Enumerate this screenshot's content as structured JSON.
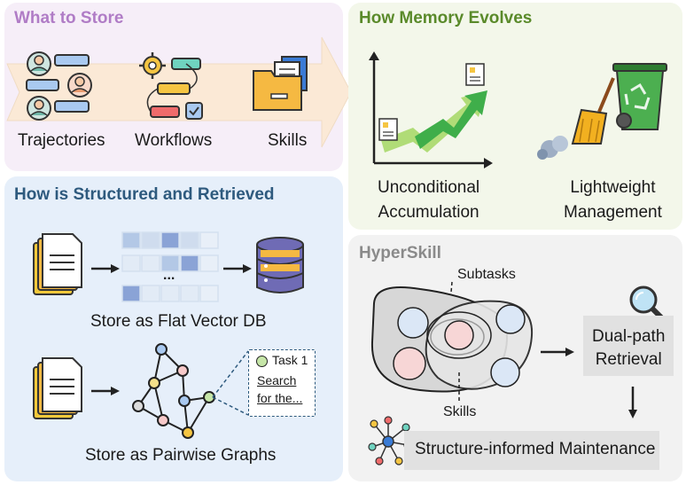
{
  "panels": {
    "what": {
      "title": "What to Store",
      "items": [
        "Trajectories",
        "Workflows",
        "Skills"
      ],
      "title_color": "#b07cc6",
      "bg": "#f6eef8"
    },
    "evolves": {
      "title": "How Memory Evolves",
      "items": [
        "Unconditional\nAccumulation",
        "Lightweight\nManagement"
      ],
      "item1_line1": "Unconditional",
      "item1_line2": "Accumulation",
      "item2_line1": "Lightweight",
      "item2_line2": "Management",
      "title_color": "#5a8a2a",
      "bg": "#f3f7ea"
    },
    "structured": {
      "title": "How is Structured and Retrieved",
      "flat_label": "Store as Flat Vector DB",
      "graph_label": "Store as Pairwise Graphs",
      "dots": "...",
      "callout_task": "Task 1",
      "callout_line1": "Search",
      "callout_line2": "for the...",
      "title_color": "#2e5a7e",
      "bg": "#e6effa"
    },
    "hyperskill": {
      "title": "HyperSkill",
      "subtasks_label": "Subtasks",
      "skills_label": "Skills",
      "retrieval_line1": "Dual-path",
      "retrieval_line2": "Retrieval",
      "maintenance": "Structure-informed Maintenance",
      "title_color": "#8a8a8a",
      "bg": "#f2f2f2"
    }
  },
  "colors": {
    "arrow_band": "#fbe9d6",
    "folder": "#f5b942",
    "doc_yellow": "#f3c93a",
    "db_purple": "#6f6bb5",
    "green_arrow": "#3fae4a",
    "bin_green": "#4caf50",
    "broom": "#f2b020"
  }
}
